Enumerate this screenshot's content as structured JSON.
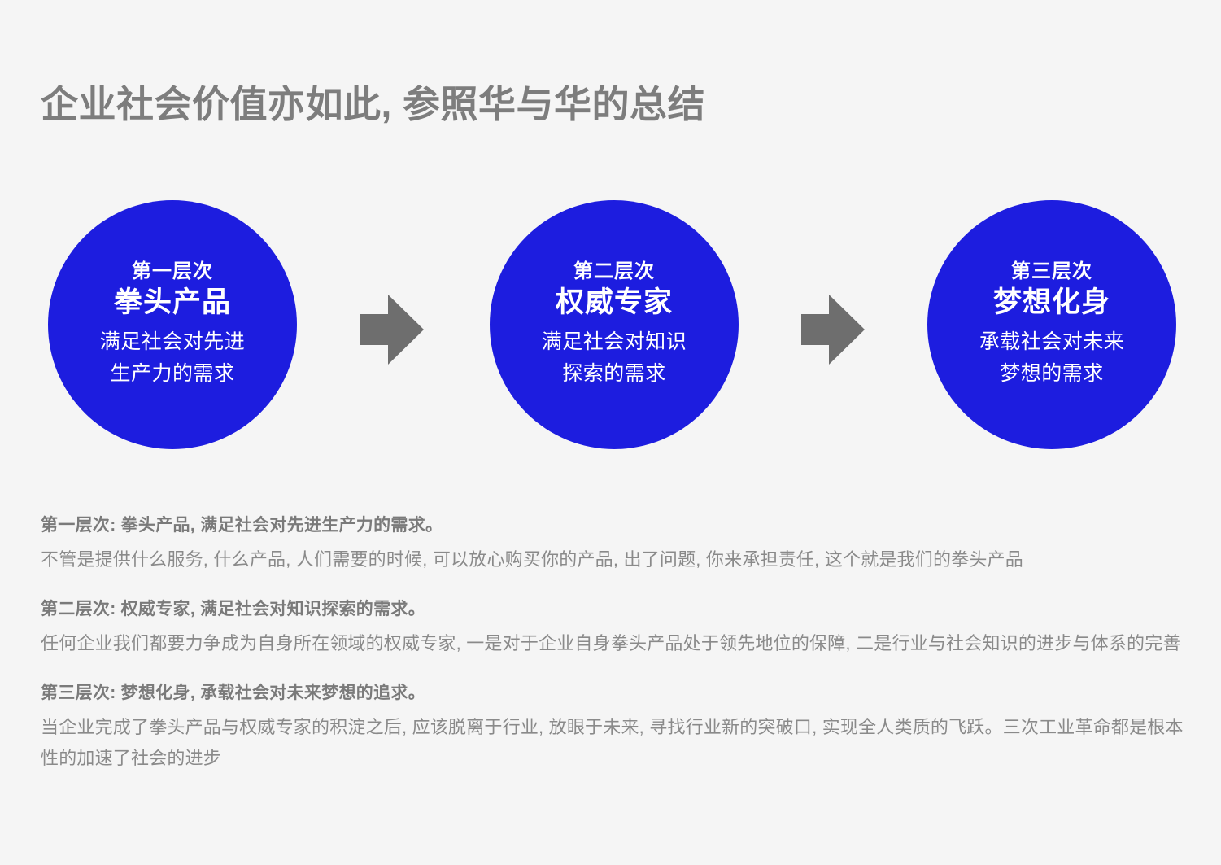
{
  "header": {
    "title": "企业社会价值亦如此, 参照华与华的总结"
  },
  "theme": {
    "background": "#f5f5f5",
    "circle_blue": "#1d1ddf",
    "arrow_gray": "#6e6e6e",
    "title_gray": "#7d7d7d",
    "heading_gray": "#7a7a7a",
    "body_gray": "#8a8a8a",
    "circle_text": "#ffffff"
  },
  "diagram": {
    "type": "process-flow",
    "circles": [
      {
        "level": "第一层次",
        "headline": "拳头产品",
        "desc_line1": "满足社会对先进",
        "desc_line2": "生产力的需求"
      },
      {
        "level": "第二层次",
        "headline": "权威专家",
        "desc_line1": "满足社会对知识",
        "desc_line2": "探索的需求"
      },
      {
        "level": "第三层次",
        "headline": "梦想化身",
        "desc_line1": "承载社会对未来",
        "desc_line2": "梦想的需求"
      }
    ],
    "connectors": [
      {
        "icon": "arrow-right-icon"
      },
      {
        "icon": "arrow-right-icon"
      }
    ]
  },
  "sections": [
    {
      "heading": "第一层次: 拳头产品, 满足社会对先进生产力的需求。",
      "body": "不管是提供什么服务, 什么产品, 人们需要的时候, 可以放心购买你的产品, 出了问题, 你来承担责任, 这个就是我们的拳头产品"
    },
    {
      "heading": "第二层次: 权威专家, 满足社会对知识探索的需求。",
      "body": "任何企业我们都要力争成为自身所在领域的权威专家, 一是对于企业自身拳头产品处于领先地位的保障, 二是行业与社会知识的进步与体系的完善"
    },
    {
      "heading": "第三层次: 梦想化身, 承载社会对未来梦想的追求。",
      "body": "当企业完成了拳头产品与权威专家的积淀之后, 应该脱离于行业, 放眼于未来, 寻找行业新的突破口, 实现全人类质的飞跃。三次工业革命都是根本性的加速了社会的进步"
    }
  ]
}
